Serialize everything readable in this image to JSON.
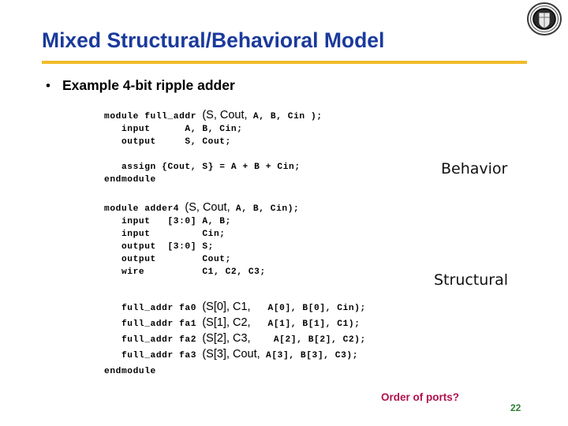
{
  "slide": {
    "title": "Mixed Structural/Behavioral Model",
    "bullet_marker": "•",
    "bullet_text": "Example 4-bit ripple adder",
    "page_number": "22",
    "question_note": "Order of ports?",
    "logo_alt": "university-seal-logo",
    "colors": {
      "title_blue": "#1b3a9c",
      "rule_gold": "#f0bb2b",
      "note_crimson": "#b2104d",
      "page_green": "#2e7d32",
      "background": "#ffffff",
      "code_black": "#000000"
    }
  },
  "code_block_1": {
    "lines": [
      {
        "segments": [
          {
            "text": "module full_addr ",
            "style": "mono"
          },
          {
            "text": "(S, Cout,",
            "style": "sans"
          },
          {
            "text": " A, B, Cin );",
            "style": "mono"
          }
        ]
      },
      {
        "segments": [
          {
            "text": "   input      A, B, Cin;",
            "style": "mono"
          }
        ]
      },
      {
        "segments": [
          {
            "text": "   output     S, Cout;",
            "style": "mono"
          }
        ]
      },
      {
        "segments": [
          {
            "text": " ",
            "style": "mono"
          }
        ]
      },
      {
        "segments": [
          {
            "text": "   assign {Cout, S} = A + B + Cin;",
            "style": "mono"
          }
        ]
      },
      {
        "segments": [
          {
            "text": "endmodule",
            "style": "mono"
          }
        ]
      }
    ]
  },
  "code_block_2": {
    "lines": [
      {
        "segments": [
          {
            "text": "module adder4 ",
            "style": "mono"
          },
          {
            "text": "(S, Cout,",
            "style": "sans"
          },
          {
            "text": " A, B, Cin);",
            "style": "mono"
          }
        ]
      },
      {
        "segments": [
          {
            "text": "   input   [3:0] A, B;",
            "style": "mono"
          }
        ]
      },
      {
        "segments": [
          {
            "text": "   input         Cin;",
            "style": "mono"
          }
        ]
      },
      {
        "segments": [
          {
            "text": "   output  [3:0] S;",
            "style": "mono"
          }
        ]
      },
      {
        "segments": [
          {
            "text": "   output        Cout;",
            "style": "mono"
          }
        ]
      },
      {
        "segments": [
          {
            "text": "   wire          C1, C2, C3;",
            "style": "mono"
          }
        ]
      }
    ]
  },
  "code_block_3": {
    "lines": [
      {
        "segments": [
          {
            "text": "   full_addr fa0 ",
            "style": "mono"
          },
          {
            "text": "(S[0], C1,",
            "style": "sans"
          },
          {
            "text": "   A[0], B[0], Cin);",
            "style": "mono"
          }
        ]
      },
      {
        "segments": [
          {
            "text": "   full_addr fa1 ",
            "style": "mono"
          },
          {
            "text": "(S[1], C2,",
            "style": "sans"
          },
          {
            "text": "   A[1], B[1], C1);",
            "style": "mono"
          }
        ]
      },
      {
        "segments": [
          {
            "text": "   full_addr fa2 ",
            "style": "mono"
          },
          {
            "text": "(S[2], C3,",
            "style": "sans"
          },
          {
            "text": "    A[2], B[2], C2);",
            "style": "mono"
          }
        ]
      },
      {
        "segments": [
          {
            "text": "   full_addr fa3 ",
            "style": "mono"
          },
          {
            "text": "(S[3], Cout,",
            "style": "sans"
          },
          {
            "text": " A[3], B[3], C3);",
            "style": "mono"
          }
        ]
      },
      {
        "segments": [
          {
            "text": "endmodule",
            "style": "mono"
          }
        ]
      }
    ]
  },
  "annotations": {
    "behavior": "Behavior",
    "structural": "Structural"
  }
}
